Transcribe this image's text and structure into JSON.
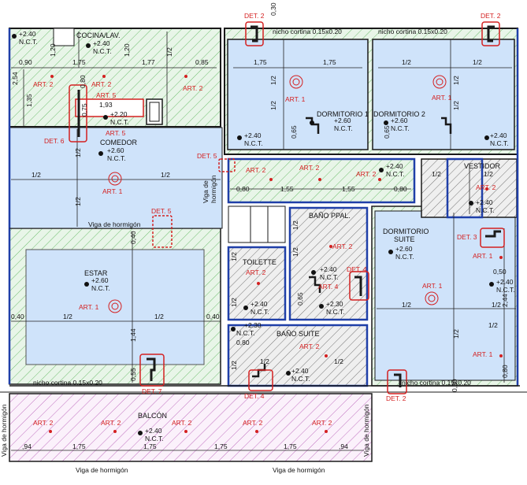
{
  "colors": {
    "wall": "#1a1a1a",
    "blue_line": "#1f3fa8",
    "red_label": "#d42020",
    "room_fill": "#cfe3fa",
    "hatch_green": "#6fbf6f",
    "hatch_gray": "#777777",
    "hatch_purple": "#c070c0",
    "floor_light": "#e6f3e6"
  },
  "rooms": {
    "cocina": "COCINA/LAV.",
    "comedor": "COMEDOR",
    "estar": "ESTAR",
    "dormitorio1": "DORMITORIO 1",
    "dormitorio2": "DORMITORIO 2",
    "vestidor": "VESTIDOR",
    "bano_ppal": "BAÑO PPAL.",
    "toilette": "TOILETTE",
    "bano_suite": "BAÑO SUITE",
    "dormitorio_suite_1": "DORMITORIO",
    "dormitorio_suite_2": "SUITE",
    "balcon": "BALCÓN"
  },
  "levels": {
    "cocina": {
      "value": "+2.40",
      "nct": "N.C.T."
    },
    "cocina_top": {
      "value": "+2.40",
      "nct": "N.C.T."
    },
    "hall": {
      "value": "+2.20",
      "nct": "N.C.T."
    },
    "comedor": {
      "value": "+2.60",
      "nct": "N.C.T."
    },
    "estar": {
      "value": "+2.60",
      "nct": "N.C.T."
    },
    "dorm1": {
      "value": "+2.60",
      "nct": "N.C.T."
    },
    "dorm1_small": {
      "value": "+2.40",
      "nct": "N.C.T."
    },
    "dorm2": {
      "value": "+2.60",
      "nct": "N.C.T."
    },
    "dorm2_small": {
      "value": "+2.40",
      "nct": "N.C.T."
    },
    "pasillo": {
      "value": "+2.40",
      "nct": "N.C.T."
    },
    "vestidor": {
      "value": "+2.40",
      "nct": "N.C.T."
    },
    "bano_ppal_a": {
      "value": "+2.40",
      "nct": "N.C.T."
    },
    "bano_ppal_b": {
      "value": "+2.30",
      "nct": "N.C.T."
    },
    "toilette": {
      "value": "+2.40",
      "nct": "N.C.T."
    },
    "bano_suite_a": {
      "value": "+2.30",
      "nct": "N.C.T."
    },
    "bano_suite_b": {
      "value": "+2.40",
      "nct": "N.C.T."
    },
    "suite": {
      "value": "+2.60",
      "nct": "N.C.T."
    },
    "suite_side": {
      "value": "+2.40",
      "nct": "N.C.T."
    },
    "balcon": {
      "value": "+2.40",
      "nct": "N.C.T."
    }
  },
  "labels": {
    "art1": "ART. 1",
    "art2": "ART. 2",
    "art4": "ART. 4",
    "art5": "ART. 5",
    "det2": "DET. 2",
    "det3": "DET. 3",
    "det4": "DET. 4",
    "det5": "DET. 5",
    "det6": "DET. 6",
    "det7": "DET. 7",
    "nicho_cortina_a": "nicho cortina 0.15x0.20",
    "nicho_cortina_b": "nicho cortina 0.15x0.20",
    "nicho_cortina_c": "nicho cortina 0.15x0.20",
    "viga": "Viga de hormigón",
    "viga_split_1": "Viga de",
    "viga_split_2": "hormigón"
  },
  "dims": {
    "d090": "0,90",
    "d175": "1,75",
    "d120": "1,20",
    "d177": "1,77",
    "d085": "0,85",
    "d254": "2,54",
    "d135": "1,35",
    "d080": "0,80",
    "d193": "1,93",
    "d075": "0,75",
    "d030": "0,30",
    "d065": "0,65",
    "d155": "1,55",
    "d040": "0,40",
    "d144": "1,44",
    "d055": "0,55",
    "d050": "0,50",
    "d244": "2,44",
    "d094": ",94",
    "half": "1/2"
  }
}
